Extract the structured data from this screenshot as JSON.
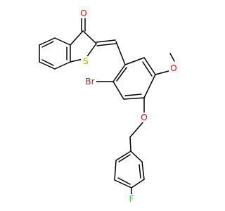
{
  "structure": {
    "atom_labels": [
      {
        "id": "o-carbonyl",
        "text": "O",
        "color": "#ff0000"
      },
      {
        "id": "s-thiophene",
        "text": "S",
        "color": "#b2b200"
      },
      {
        "id": "br",
        "text": "Br",
        "color": "#a52a2a"
      },
      {
        "id": "o-methoxy",
        "text": "O",
        "color": "#ff0000"
      },
      {
        "id": "o-ether",
        "text": "O",
        "color": "#ff0000"
      },
      {
        "id": "f",
        "text": "F",
        "color": "#33cc33"
      }
    ],
    "bond_color": "#000000"
  }
}
